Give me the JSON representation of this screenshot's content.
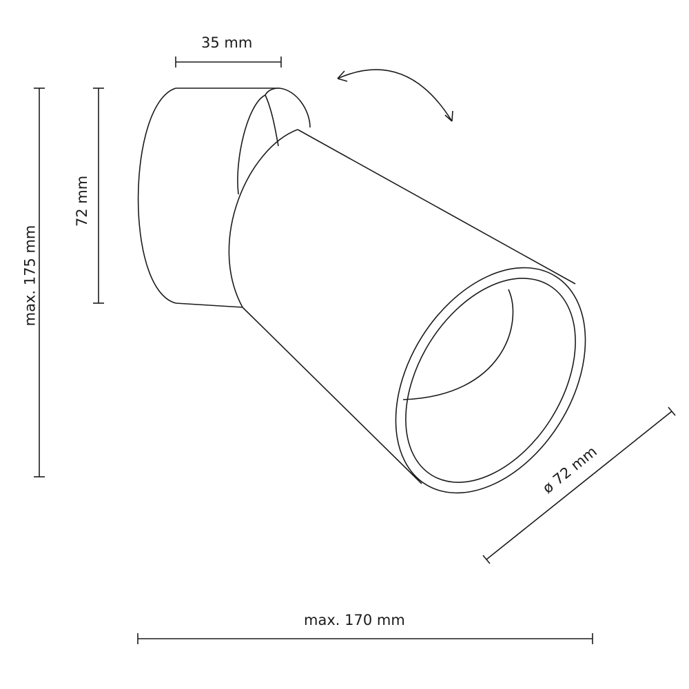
{
  "dimensions": {
    "depth": "35 mm",
    "base_height": "72 mm",
    "max_height": "max. 175 mm",
    "max_width": "max. 170 mm",
    "diameter": "ø 72 mm"
  },
  "colors": {
    "line": "#1a1a1a",
    "background": "#ffffff"
  }
}
